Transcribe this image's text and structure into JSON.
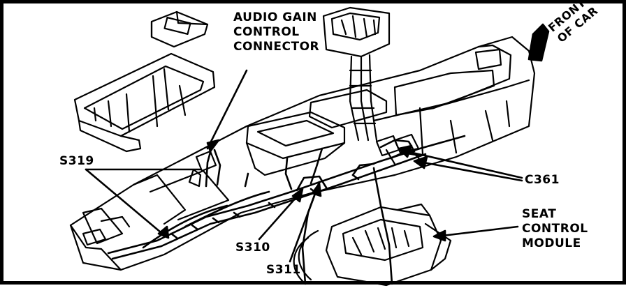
{
  "labels": {
    "audio_gain": [
      "AUDIO GAIN",
      "CONTROL",
      "CONNECTOR"
    ],
    "front_of_car": [
      "FRONT",
      "OF CAR"
    ],
    "s319": "S319",
    "c361": "C361",
    "seat_control_module": [
      "SEAT",
      "CONTROL",
      "MODULE"
    ],
    "s310": "S310",
    "s311": "S311"
  },
  "colors": {
    "ink": "#000000",
    "paper": "#ffffff"
  }
}
